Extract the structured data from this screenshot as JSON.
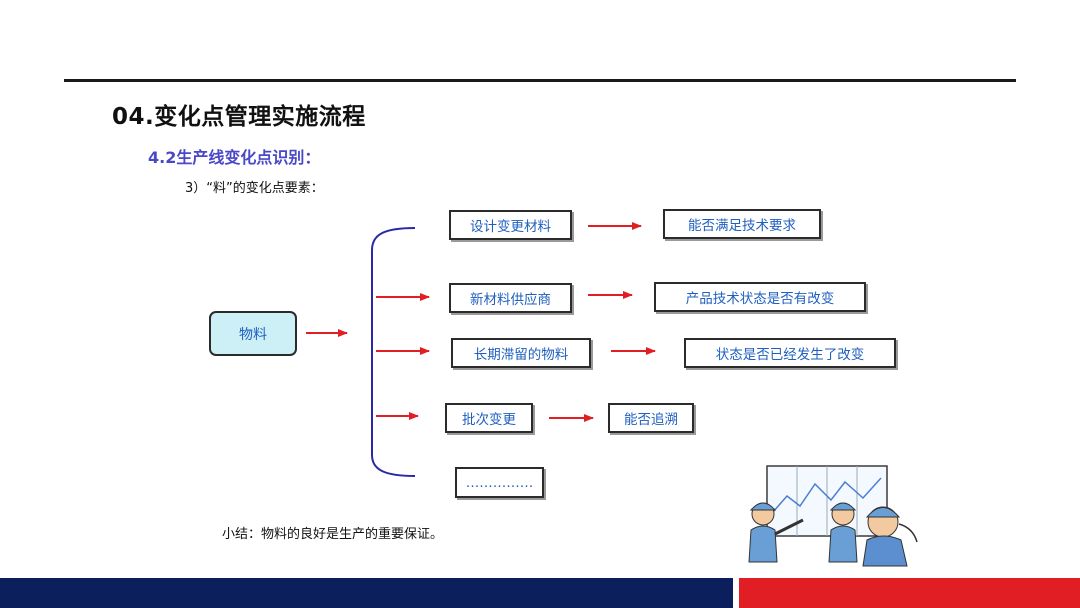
{
  "slide": {
    "title": "04.变化点管理实施流程",
    "subtitle": "4.2生产线变化点识别：",
    "item_label": "3）“料”的变化点要素：",
    "summary": "小结：物料的良好是生产的重要保证。"
  },
  "diagram": {
    "root": "物料",
    "branches": [
      {
        "label": "设计变更材料",
        "result": "能否满足技术要求"
      },
      {
        "label": "新材料供应商",
        "result": "产品技术状态是否有改变"
      },
      {
        "label": "长期滞留的物料",
        "result": "状态是否已经发生了改变"
      },
      {
        "label": "批次变更",
        "result": "能否追溯"
      },
      {
        "label": "……………"
      }
    ]
  },
  "colors": {
    "title_text": "#111111",
    "subtitle_text": "#4a47c8",
    "box_text": "#1f5fbf",
    "root_fill": "#cdf0f7",
    "arrow": "#e21e25",
    "brace": "#2a2aa8",
    "footer_blue": "#0a1f5c",
    "footer_red": "#e21e25"
  }
}
